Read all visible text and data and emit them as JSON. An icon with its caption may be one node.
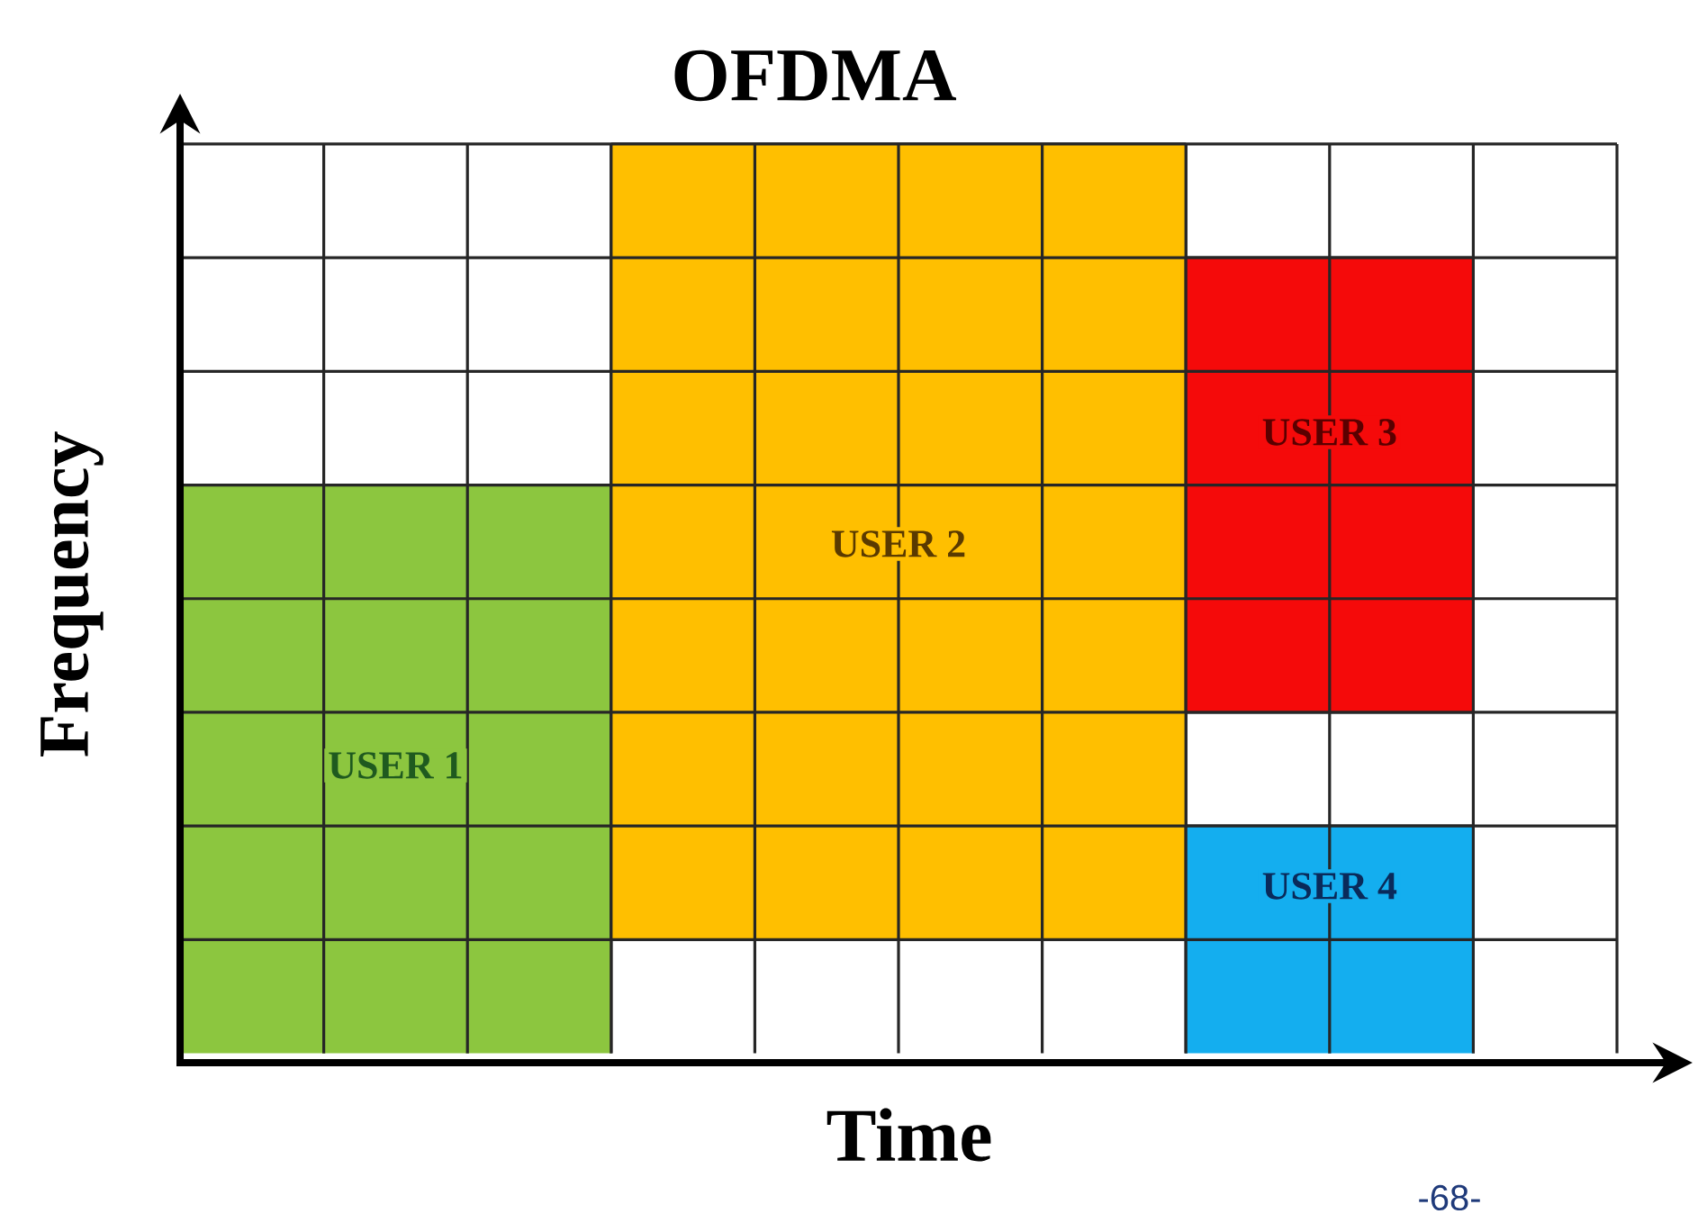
{
  "diagram": {
    "title": "OFDMA",
    "nodes": [
      {
        "text": [
          "USER 1"
        ]
      },
      {
        "text": [
          "USER 2"
        ]
      },
      {
        "text": [
          "USER 3"
        ]
      },
      {
        "text": [
          "USER 4"
        ]
      }
    ],
    "labels": [
      "Frequency",
      "Time",
      "-68-"
    ]
  }
}
